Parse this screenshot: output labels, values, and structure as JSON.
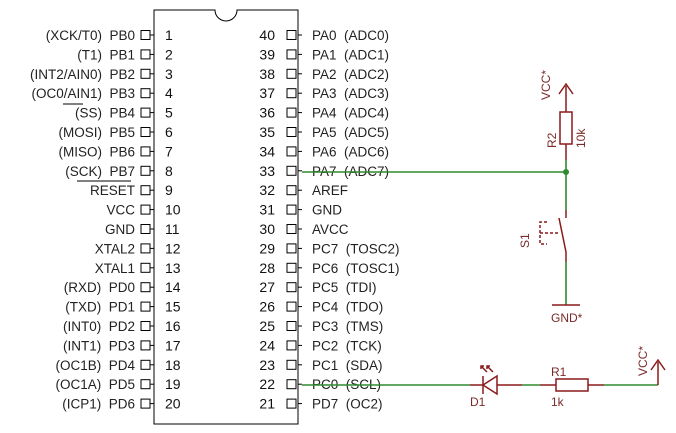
{
  "chip": {
    "left_pins": [
      {
        "num": "1",
        "name": "(XCK/T0)  PB0"
      },
      {
        "num": "2",
        "name": "(T1)  PB1"
      },
      {
        "num": "3",
        "name": "(INT2/AIN0)  PB2"
      },
      {
        "num": "4",
        "name": "(OC0/AIN1)  PB3"
      },
      {
        "num": "5",
        "name": "(SS)  PB4"
      },
      {
        "num": "6",
        "name": "(MOSI)  PB5"
      },
      {
        "num": "7",
        "name": "(MISO)  PB6"
      },
      {
        "num": "8",
        "name": "(SCK)  PB7"
      },
      {
        "num": "9",
        "name": "RESET"
      },
      {
        "num": "10",
        "name": "VCC"
      },
      {
        "num": "11",
        "name": "GND"
      },
      {
        "num": "12",
        "name": "XTAL2"
      },
      {
        "num": "13",
        "name": "XTAL1"
      },
      {
        "num": "14",
        "name": "(RXD)  PD0"
      },
      {
        "num": "15",
        "name": "(TXD)  PD1"
      },
      {
        "num": "16",
        "name": "(INT0)  PD2"
      },
      {
        "num": "17",
        "name": "(INT1)  PD3"
      },
      {
        "num": "18",
        "name": "(OC1B)  PD4"
      },
      {
        "num": "19",
        "name": "(OC1A)  PD5"
      },
      {
        "num": "20",
        "name": "(ICP1)  PD6"
      }
    ],
    "right_pins": [
      {
        "num": "40",
        "name": "PA0  (ADC0)"
      },
      {
        "num": "39",
        "name": "PA1  (ADC1)"
      },
      {
        "num": "38",
        "name": "PA2  (ADC2)"
      },
      {
        "num": "37",
        "name": "PA3  (ADC3)"
      },
      {
        "num": "36",
        "name": "PA4  (ADC4)"
      },
      {
        "num": "35",
        "name": "PA5  (ADC5)"
      },
      {
        "num": "34",
        "name": "PA6  (ADC6)"
      },
      {
        "num": "33",
        "name": "PA7  (ADC7)"
      },
      {
        "num": "32",
        "name": "AREF"
      },
      {
        "num": "31",
        "name": "GND"
      },
      {
        "num": "30",
        "name": "AVCC"
      },
      {
        "num": "29",
        "name": "PC7  (TOSC2)"
      },
      {
        "num": "28",
        "name": "PC6  (TOSC1)"
      },
      {
        "num": "27",
        "name": "PC5  (TDI)"
      },
      {
        "num": "26",
        "name": "PC4  (TDO)"
      },
      {
        "num": "25",
        "name": "PC3  (TMS)"
      },
      {
        "num": "24",
        "name": "PC2  (TCK)"
      },
      {
        "num": "23",
        "name": "PC1  (SDA)"
      },
      {
        "num": "22",
        "name": "PC0  (SCL)"
      },
      {
        "num": "21",
        "name": "PD7  (OC2)"
      }
    ]
  },
  "components": {
    "r2_name": "R2",
    "r2_value": "10k",
    "vcc_top": "VCC*",
    "s1_name": "S1",
    "gnd": "GND*",
    "d1_name": "D1",
    "r1_name": "R1",
    "r1_value": "1k",
    "vcc_right": "VCC*"
  },
  "colors": {
    "wire": "#2e8b2e",
    "component": "#8b1a1a",
    "outline": "#000000"
  }
}
